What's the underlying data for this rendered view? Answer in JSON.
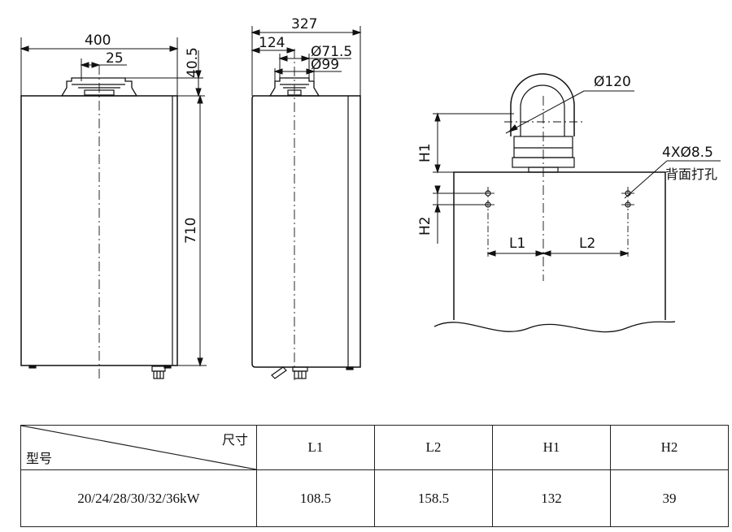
{
  "front_view": {
    "width": "400",
    "offset": "25",
    "height": "710",
    "top": "40.5"
  },
  "side_view": {
    "depth": "327",
    "offset": "124",
    "d_inner": "Ø71.5",
    "d_outer": "Ø99"
  },
  "detail_view": {
    "elbow_dia": "Ø120",
    "holes": "4XØ8.5",
    "holes_note": "背面打孔",
    "h1": "H1",
    "h2": "H2",
    "l1": "L1",
    "l2": "L2"
  },
  "table": {
    "header_top": "尺寸",
    "header_bottom": "型号",
    "columns": [
      "L1",
      "L2",
      "H1",
      "H2"
    ],
    "rows": [
      {
        "model": "20/24/28/30/32/36kW",
        "values": [
          "108.5",
          "158.5",
          "132",
          "39"
        ]
      }
    ]
  }
}
